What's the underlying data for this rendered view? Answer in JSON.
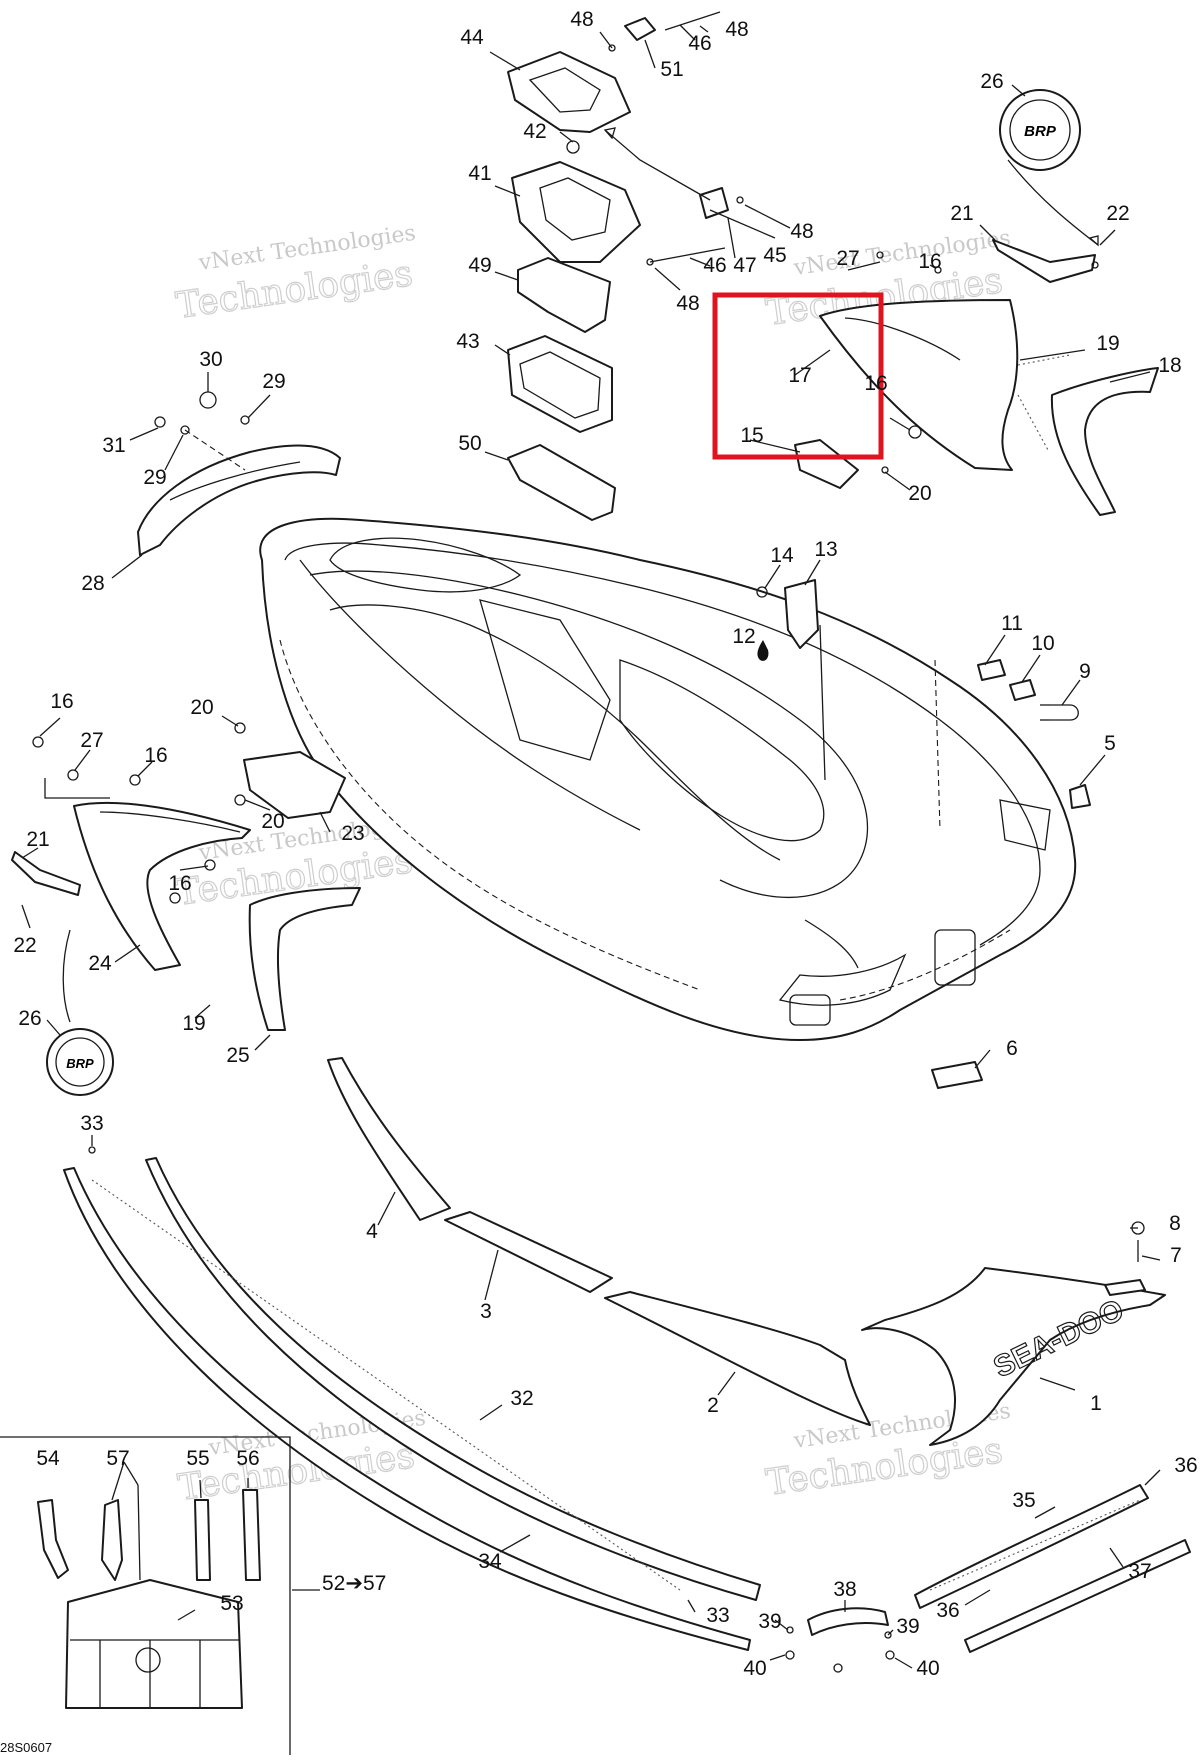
{
  "diagram": {
    "code": "28S0607",
    "watermark": {
      "line1": "vNext Technologies",
      "line2": "Technologies"
    },
    "kit_range_label": "52➔57",
    "emblem_text": "BRP",
    "hull_decal_text": "SEA-DOO",
    "callouts": [
      {
        "label": "48"
      },
      {
        "label": "48"
      },
      {
        "label": "44"
      },
      {
        "label": "46"
      },
      {
        "label": "51"
      },
      {
        "label": "26"
      },
      {
        "label": "42"
      },
      {
        "label": "41"
      },
      {
        "label": "48"
      },
      {
        "label": "45"
      },
      {
        "label": "47"
      },
      {
        "label": "46"
      },
      {
        "label": "48"
      },
      {
        "label": "49"
      },
      {
        "label": "21"
      },
      {
        "label": "22"
      },
      {
        "label": "27"
      },
      {
        "label": "16"
      },
      {
        "label": "17"
      },
      {
        "label": "19"
      },
      {
        "label": "18"
      },
      {
        "label": "15"
      },
      {
        "label": "16"
      },
      {
        "label": "20"
      },
      {
        "label": "43"
      },
      {
        "label": "30"
      },
      {
        "label": "29"
      },
      {
        "label": "31"
      },
      {
        "label": "29"
      },
      {
        "label": "50"
      },
      {
        "label": "28"
      },
      {
        "label": "14"
      },
      {
        "label": "13"
      },
      {
        "label": "12"
      },
      {
        "label": "11"
      },
      {
        "label": "10"
      },
      {
        "label": "9"
      },
      {
        "label": "5"
      },
      {
        "label": "16"
      },
      {
        "label": "27"
      },
      {
        "label": "16"
      },
      {
        "label": "20"
      },
      {
        "label": "20"
      },
      {
        "label": "23"
      },
      {
        "label": "21"
      },
      {
        "label": "16"
      },
      {
        "label": "22"
      },
      {
        "label": "24"
      },
      {
        "label": "19"
      },
      {
        "label": "26"
      },
      {
        "label": "25"
      },
      {
        "label": "6"
      },
      {
        "label": "33"
      },
      {
        "label": "4"
      },
      {
        "label": "8"
      },
      {
        "label": "7"
      },
      {
        "label": "3"
      },
      {
        "label": "2"
      },
      {
        "label": "1"
      },
      {
        "label": "32"
      },
      {
        "label": "54"
      },
      {
        "label": "57"
      },
      {
        "label": "55"
      },
      {
        "label": "56"
      },
      {
        "label": "36"
      },
      {
        "label": "35"
      },
      {
        "label": "53"
      },
      {
        "label": "34"
      },
      {
        "label": "38"
      },
      {
        "label": "37"
      },
      {
        "label": "36"
      },
      {
        "label": "33"
      },
      {
        "label": "39"
      },
      {
        "label": "39"
      },
      {
        "label": "40"
      },
      {
        "label": "40"
      }
    ]
  }
}
